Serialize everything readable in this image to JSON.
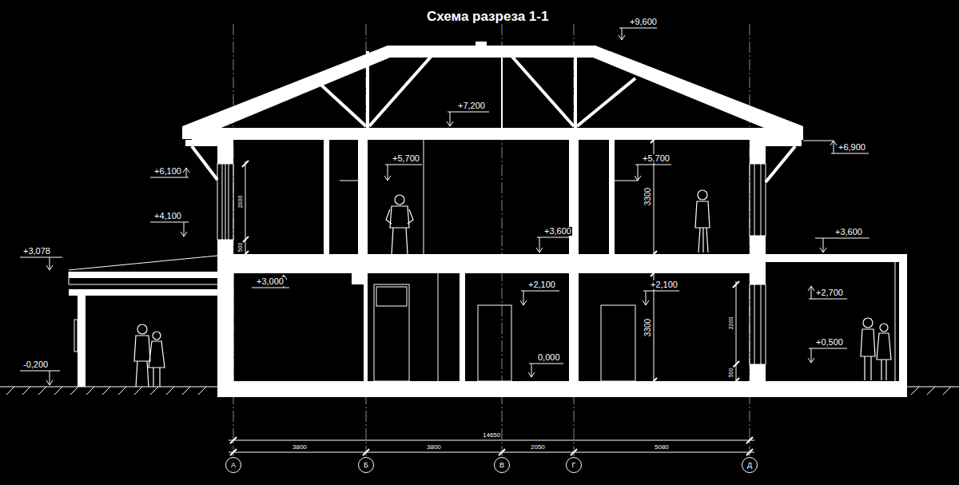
{
  "diagram": {
    "title": "Схема разреза 1-1",
    "nodes": [
      {
        "text": [
          "А"
        ]
      },
      {
        "text": [
          "Б"
        ]
      },
      {
        "text": [
          "В"
        ]
      },
      {
        "text": [
          "Г"
        ]
      },
      {
        "text": [
          "Д"
        ]
      }
    ],
    "labels": [
      "+9,600",
      "+7,200",
      "+6,900",
      "+6,100",
      "+5,700",
      "+5,700",
      "+4,100",
      "+3,600",
      "+3,600",
      "+3,078",
      "+3,000",
      "+2,100",
      "+2,100",
      "+2,700",
      "+0,500",
      "0,000",
      "-0,200",
      "2000",
      "500",
      "3300",
      "3300",
      "2200",
      "500",
      "14650",
      "3800",
      "3800",
      "2050",
      "5080"
    ]
  }
}
